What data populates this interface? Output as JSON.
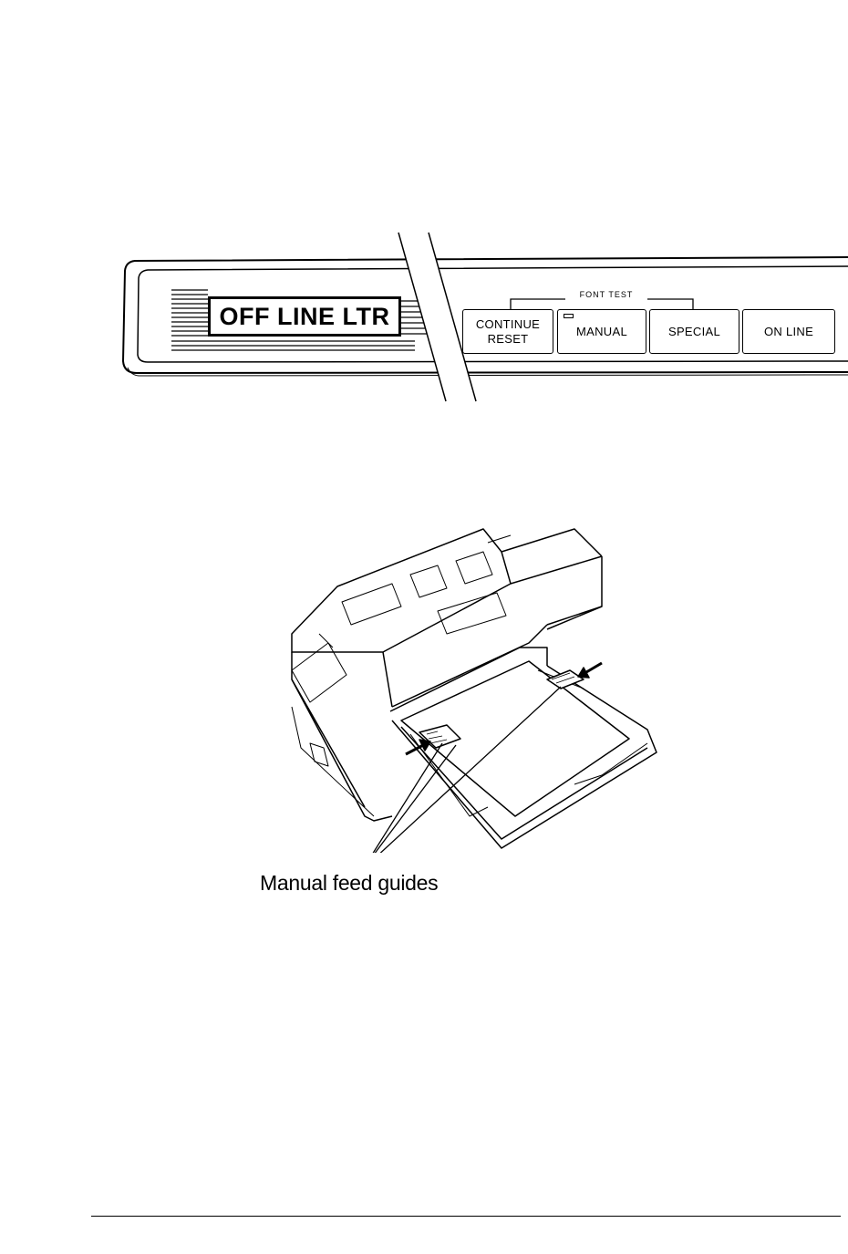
{
  "control_panel": {
    "display_text": "OFF LINE LTR",
    "font_test_label": "FONT TEST",
    "buttons": {
      "continue_line1": "CONTINUE",
      "continue_line2": "RESET",
      "manual": "MANUAL",
      "special": "SPECIAL",
      "online": "ON LINE"
    }
  },
  "printer_illustration": {
    "caption": "Manual feed guides"
  }
}
